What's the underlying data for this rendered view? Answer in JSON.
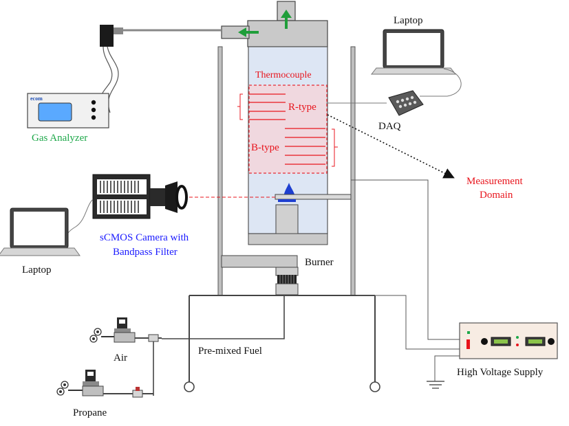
{
  "labels": {
    "laptop_top": "Laptop",
    "laptop_left": "Laptop",
    "thermocouple": "Thermocouple",
    "r_type": "R-type",
    "b_type": "B-type",
    "daq": "DAQ",
    "gas_analyzer": "Gas Analyzer",
    "analyzer_brand": "ecom",
    "measurement_domain_line1": "Measurement",
    "measurement_domain_line2": "Domain",
    "camera_line1": "sCMOS Camera with",
    "camera_line2": "Bandpass Filter",
    "burner": "Burner",
    "premixed_fuel": "Pre-mixed Fuel",
    "air": "Air",
    "propane": "Propane",
    "high_voltage_supply": "High Voltage Supply"
  },
  "colors": {
    "label_red": "#e8141c",
    "label_blue": "#1a1aff",
    "label_green": "#1ea84a",
    "label_black": "#111111",
    "arrow_green": "#1f9e3a",
    "chamber_fill": "#dde6f4",
    "steel_gray": "#c9c9c9",
    "flame_blue": "#1e3fd0"
  }
}
